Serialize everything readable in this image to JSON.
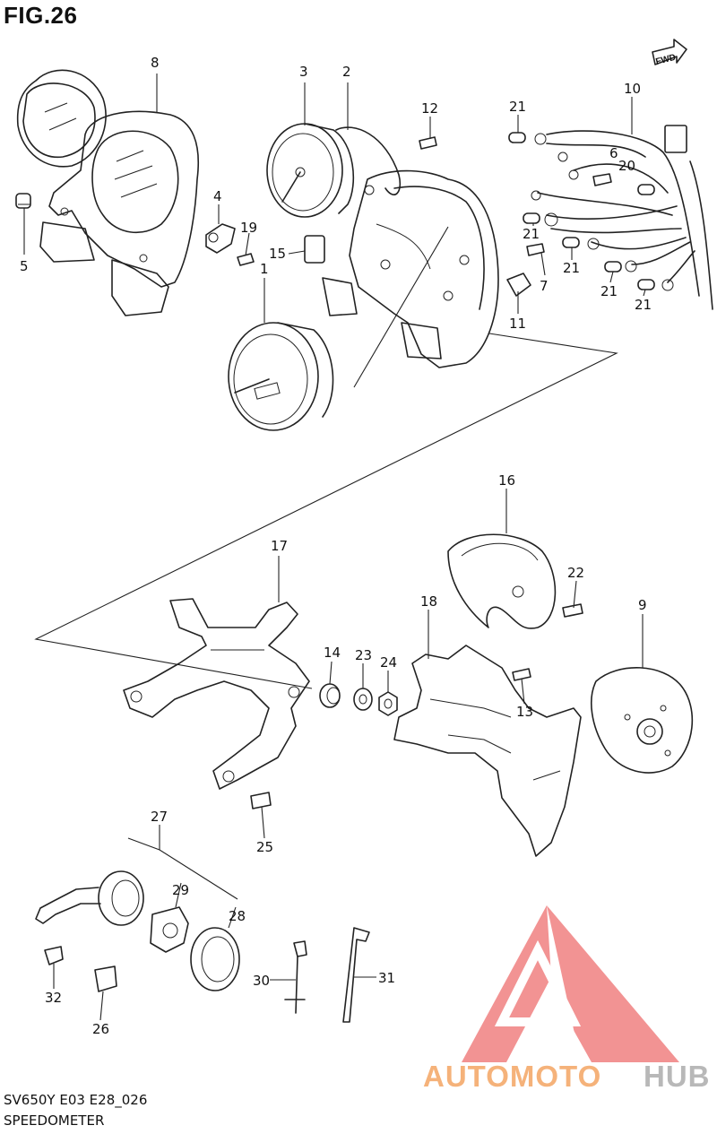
{
  "figure": {
    "title": "FIG.26",
    "footer_code": "SV650Y E03 E28_026",
    "footer_name": "SPEEDOMETER"
  },
  "watermark": {
    "brand_part1": "AUTOMOTO",
    "brand_part2": "HUB",
    "color_orange": "#f5b27a",
    "color_red": "#f08080",
    "color_gray": "#b8b8b8"
  },
  "fwd_label": "FWD",
  "callouts": [
    "8",
    "3",
    "2",
    "12",
    "21",
    "10",
    "6",
    "20",
    "4",
    "19",
    "15",
    "1",
    "5",
    "21",
    "21",
    "7",
    "21",
    "21",
    "11",
    "16",
    "22",
    "17",
    "9",
    "18",
    "14",
    "23",
    "24",
    "13",
    "25",
    "27",
    "29",
    "28",
    "32",
    "26",
    "30",
    "31"
  ]
}
